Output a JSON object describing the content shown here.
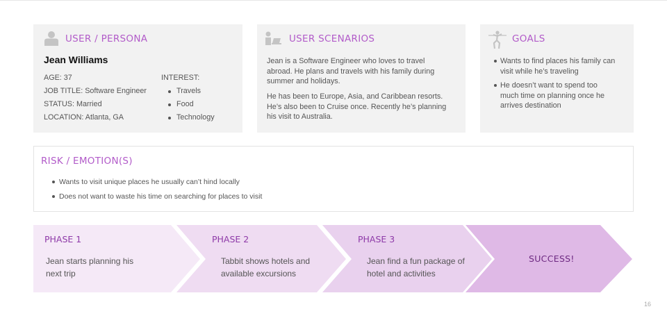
{
  "persona": {
    "title": "USER / PERSONA",
    "name": "Jean Williams",
    "age": "AGE: 37",
    "job": "JOB TITLE: Software Engineer",
    "status": "STATUS: Married",
    "location": "LOCATION: Atlanta, GA",
    "interest_label": "INTEREST:",
    "interests": [
      "Travels",
      "Food",
      "Technology"
    ]
  },
  "scenarios": {
    "title": "USER SCENARIOS",
    "para1_lines": [
      "Jean is a Software Engineer who loves to travel",
      "abroad. He plans and travels with his family during",
      "summer and holidays."
    ],
    "para2_lines": [
      "He has been to Europe, Asia, and Caribbean resorts.",
      "He’s also been to Cruise once. Recently he’s planning",
      "his visit to Australia."
    ]
  },
  "goals": {
    "title": "GOALS",
    "items": [
      [
        "Wants to find places his family can",
        "visit while he’s traveling"
      ],
      [
        "He doesn’t want to spend too",
        "much time on planning once he",
        "arrives destination"
      ]
    ]
  },
  "risk": {
    "title": "RISK / EMOTION(S)",
    "items": [
      "Wants to visit unique places he usually can’t hind locally",
      "Does not want to waste his time on searching for places to visit"
    ]
  },
  "phases": [
    {
      "title": "PHASE 1",
      "lines": [
        "Jean starts planning his",
        "next trip"
      ]
    },
    {
      "title": "PHASE 2",
      "lines": [
        "Tabbit shows hotels and",
        "available excursions"
      ]
    },
    {
      "title": "PHASE 3",
      "lines": [
        "Jean find a fun package of",
        "hotel and activities"
      ]
    }
  ],
  "success": "SUCCESS!",
  "page_number": "16",
  "colors": {
    "accent": "#b25bc9",
    "phase1": "#f5e9f7",
    "phase2": "#efdcf2",
    "phase3": "#e9d1ee",
    "success": "#dfb9e6",
    "card": "#f2f2f2"
  }
}
